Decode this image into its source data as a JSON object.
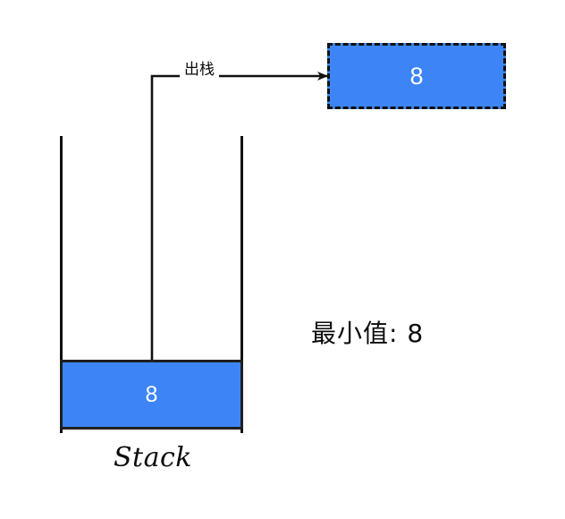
{
  "diagram": {
    "title_label": "Stack",
    "min_value_label": "最小值: 8",
    "pop_arrow_label": "出栈",
    "colors": {
      "element_fill": "#3d85f7",
      "element_text": "#ffffff",
      "stroke": "#111111",
      "background": "#ffffff"
    }
  },
  "stack": {
    "name": "Stack",
    "elements": [
      {
        "value": "8",
        "state": "filled"
      }
    ],
    "capacity_slots_visible": 1,
    "open_top": true
  },
  "popped_element": {
    "value": "8",
    "border_style": "dashed",
    "state": "popped"
  },
  "annotations": {
    "minimum_value": "8",
    "minimum_value_text": "最小值: 8",
    "operation": "出栈"
  }
}
